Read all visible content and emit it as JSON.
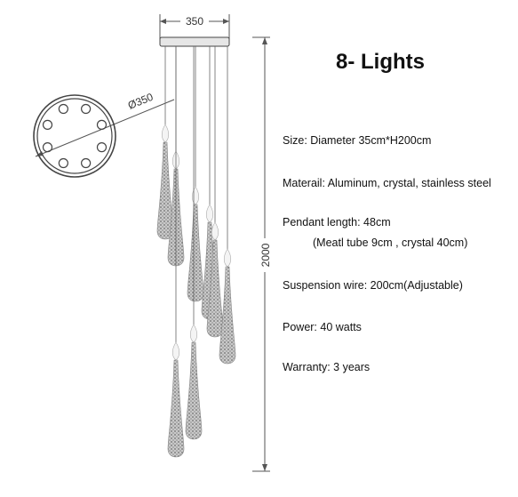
{
  "title": "8- Lights",
  "dimensions": {
    "canopy_width": "350",
    "ring_diameter": "Ø350",
    "total_height": "2000"
  },
  "specs": [
    {
      "text": "Size: Diameter 35cm*H200cm"
    },
    {
      "text": "Materail: Aluminum, crystal, stainless steel"
    },
    {
      "text": "Pendant length: 48cm"
    },
    {
      "text": "(Meatl tube 9cm  , crystal 40cm)"
    },
    {
      "text": "Suspension wire: 200cm(Adjustable)"
    },
    {
      "text": "Power: 40 watts"
    },
    {
      "text": "Warranty: 3 years"
    }
  ],
  "light_count": 8,
  "colors": {
    "line": "#555555",
    "crystal": "#9a9a9a",
    "text": "#111111"
  }
}
